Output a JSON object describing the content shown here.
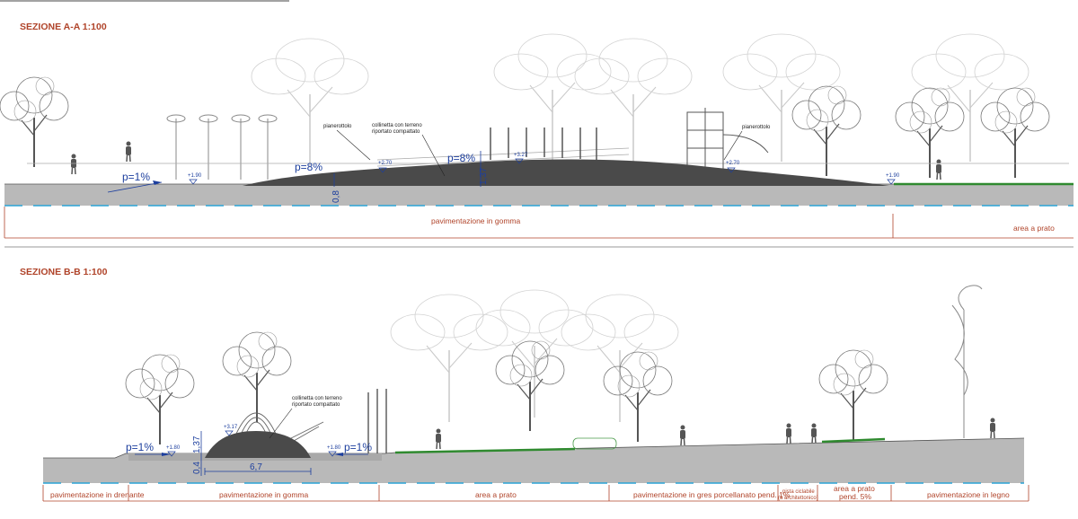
{
  "sections": {
    "a": {
      "title": "SEZIONE A-A  1:100",
      "slope_left": "p=1%",
      "slope_mid": "p=8%",
      "slope_right": "p=8%",
      "elev_left": "+1.90",
      "elev_mid": "+2.70",
      "elev_top": "+3.27",
      "elev_right_top": "+2.70",
      "elev_right": "+1.90",
      "dim_depth": "0,8",
      "dim_height": "1,37",
      "note_landing_left": "pianerottolo",
      "note_hill_line1": "collinetta con terreno",
      "note_hill_line2": "riportato compattato",
      "note_landing_right": "pianerottolo",
      "zone_rubber": "pavimentazione in gomma",
      "zone_lawn": "area a prato"
    },
    "b": {
      "title": "SEZIONE B-B 1:100",
      "slope_left": "p=1%",
      "slope_right": "p=1%",
      "elev_left": "+1.80",
      "elev_top": "+3.17",
      "elev_right": "+1.80",
      "dim_depth": "0,4",
      "dim_height": "1,37",
      "dim_width": "6,7",
      "note_hill_line1": "collinetta con terreno",
      "note_hill_line2": "riportato compattato",
      "zones": {
        "drain": "pavimentazione in drenante",
        "rubber": "pavimentazione in gomma",
        "lawn": "area a prato",
        "gres": "pavimentazione in gres porcellanato pend. 1%",
        "bike1": "pista ciclabile",
        "bike2": "(a architettonico)",
        "lawn2_line1": "area a prato",
        "lawn2_line2": "pend. 5%",
        "wood": "pavimentazione in legno"
      }
    }
  },
  "colors": {
    "title": "#b0442a",
    "dimension": "#1d3f9e",
    "ground": "#b9b9b9",
    "hill": "#4a4a4a",
    "grass": "#2f8a2f",
    "water_dash": "#2aa4d6",
    "zone_line": "#b0442a"
  }
}
